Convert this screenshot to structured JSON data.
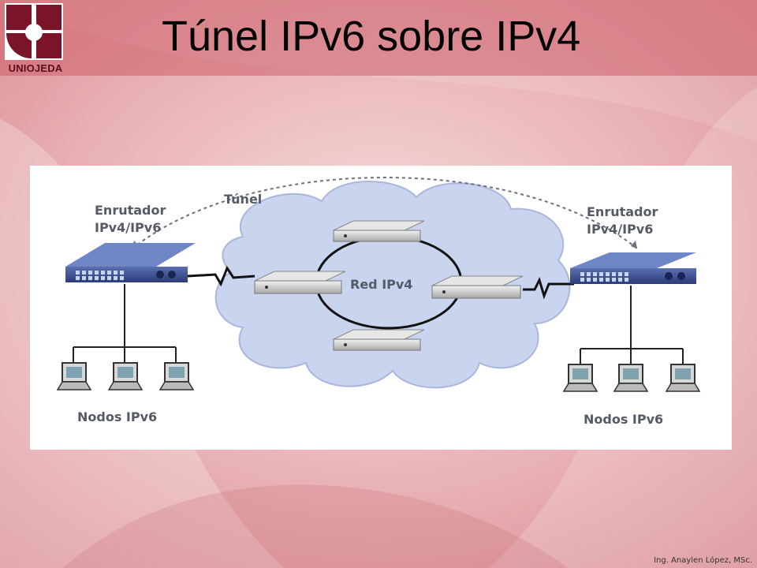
{
  "slide": {
    "title": "Túnel IPv6 sobre IPv4",
    "logo_text": "UNIOJEDA",
    "footer": "Ing. Anaylen López, MSc."
  },
  "diagram": {
    "tunnel_label": "Túnel",
    "router_left": {
      "line1": "Enrutador",
      "line2": "IPv4/IPv6"
    },
    "router_right": {
      "line1": "Enrutador",
      "line2": "IPv4/IPv6"
    },
    "network_label": "Red IPv4",
    "nodes_left_label": "Nodos IPv6",
    "nodes_right_label": "Nodos IPv6"
  },
  "colors": {
    "background": "#e8a8ac",
    "logo": "#7a1428",
    "cloud": "#c9d4ef",
    "router": "#2e3f7a",
    "label": "#555a66"
  }
}
